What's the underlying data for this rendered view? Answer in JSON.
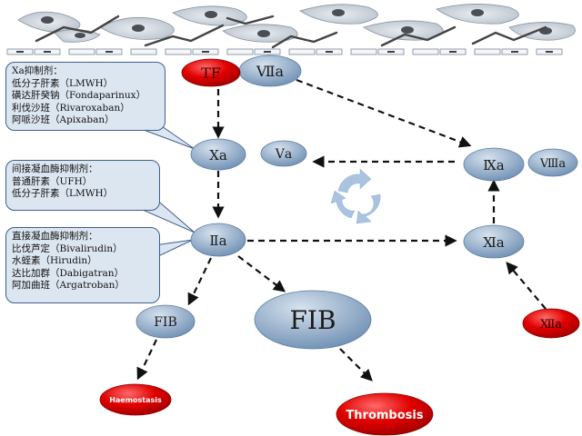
{
  "callouts": {
    "xa_inhibitors": {
      "title": "Xa抑制剂：",
      "items": [
        "低分子肝素（LMWH）",
        "磺达肝癸钠（Fondaparinux）",
        "利伐沙班（Rivaroxaban）",
        "阿哌沙班（Apixaban）"
      ]
    },
    "indirect_thrombin_inhibitors": {
      "title": "间接凝血酶抑制剂：",
      "items": [
        "普通肝素（UFH）",
        "低分子肝素（LMWH）"
      ]
    },
    "direct_thrombin_inhibitors": {
      "title": "直接凝血酶抑制剂：",
      "items": [
        "比伐芦定（Bivalirudin）",
        "水蛭素（Hirudin）",
        "达比加群（Dabigatran）",
        "阿加曲班（Argatroban）"
      ]
    }
  },
  "nodes": {
    "tf": "TF",
    "viia": "Ⅶa",
    "xa": "Ⅹa",
    "va": "Ⅴa",
    "iia": "Ⅱa",
    "ixa": "Ⅸa",
    "viiia": "Ⅷa",
    "xia": "Ⅺa",
    "xiia": "Ⅻa",
    "fib_small": "FIB",
    "fib_large": "FIB",
    "haemostasis": "Haemostasis",
    "thrombosis": "Thrombosis"
  },
  "colors": {
    "blue_node": "#9cb3cc",
    "blue_node_edge": "#5f7ea3",
    "red_node": "#dd0000",
    "arrow": "#111111",
    "callout_fill": "#dce6f1",
    "callout_border": "#3f5f8a",
    "cycle_icon": "#aac4e0"
  }
}
